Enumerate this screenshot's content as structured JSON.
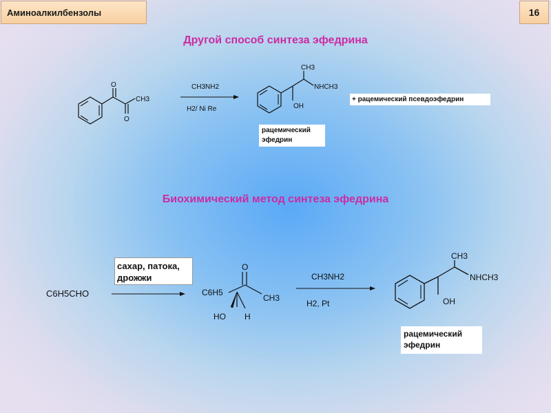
{
  "header": {
    "section_title": "Аминоалкилбензолы",
    "page_number": "16"
  },
  "section1": {
    "heading": "Другой способ синтеза эфедрина",
    "ketone_ch3": "CH3",
    "ketone_o1": "O",
    "ketone_o2": "O",
    "reagent_top": "CH3NH2",
    "reagent_bottom": "H2/ Ni Re",
    "product_ch3": "CH3",
    "product_nhch3": "NHCH3",
    "product_oh": "OH",
    "product_label": "рацемический эфедрин",
    "byproduct_label": "+ рацемический псевдоэфедрин"
  },
  "section2": {
    "heading": "Биохимический метод синтеза эфедрина",
    "start_material": "C6H5CHO",
    "reagent_box": "сахар, патока, дрожжи",
    "intermediate_o": "O",
    "intermediate_c6h5": "C6H5",
    "intermediate_ch3": "CH3",
    "intermediate_ho": "HO",
    "intermediate_h": "H",
    "reagent_top": "CH3NH2",
    "reagent_bottom": "H2, Pt",
    "product_ch3": "CH3",
    "product_nhch3": "NHCH3",
    "product_oh": "OH",
    "product_label": "рацемический эфедрин"
  },
  "colors": {
    "heading": "#cc2ba3",
    "title_box": "#f8cfa0"
  }
}
